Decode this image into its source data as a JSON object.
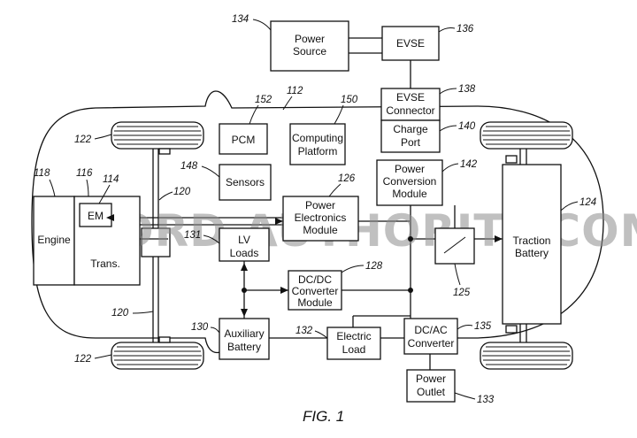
{
  "blocks": {
    "power_source": [
      "Power",
      "Source"
    ],
    "evse": [
      "EVSE"
    ],
    "evse_connector": [
      "EVSE",
      "Connector"
    ],
    "charge_port": [
      "Charge",
      "Port"
    ],
    "pcm": [
      "PCM"
    ],
    "computing_platform": [
      "Computing",
      "Platform"
    ],
    "sensors": [
      "Sensors"
    ],
    "power_conversion": [
      "Power",
      "Conversion",
      "Module"
    ],
    "engine": [
      "Engine"
    ],
    "em": [
      "EM"
    ],
    "trans": [
      "Trans."
    ],
    "pem": [
      "Power",
      "Electronics",
      "Module"
    ],
    "lv_loads": [
      "LV",
      "Loads"
    ],
    "dcdc": [
      "DC/DC",
      "Converter",
      "Module"
    ],
    "traction_battery": [
      "Traction",
      "Battery"
    ],
    "aux_battery": [
      "Auxiliary",
      "Battery"
    ],
    "electric_load": [
      "Electric",
      "Load"
    ],
    "dcac": [
      "DC/AC",
      "Converter"
    ],
    "power_outlet": [
      "Power",
      "Outlet"
    ]
  },
  "refs": {
    "r134": "134",
    "r136": "136",
    "r112": "112",
    "r152": "152",
    "r150": "150",
    "r138": "138",
    "r122a": "122",
    "r140": "140",
    "r148": "148",
    "r142": "142",
    "r118": "118",
    "r116": "116",
    "r114": "114",
    "r120a": "120",
    "r126": "126",
    "r124": "124",
    "r131": "131",
    "r128": "128",
    "r125": "125",
    "r120b": "120",
    "r130": "130",
    "r132": "132",
    "r135": "135",
    "r122b": "122",
    "r133": "133"
  },
  "figure_caption": "FIG. 1",
  "watermark": "FORD AUTHORITY.COM"
}
